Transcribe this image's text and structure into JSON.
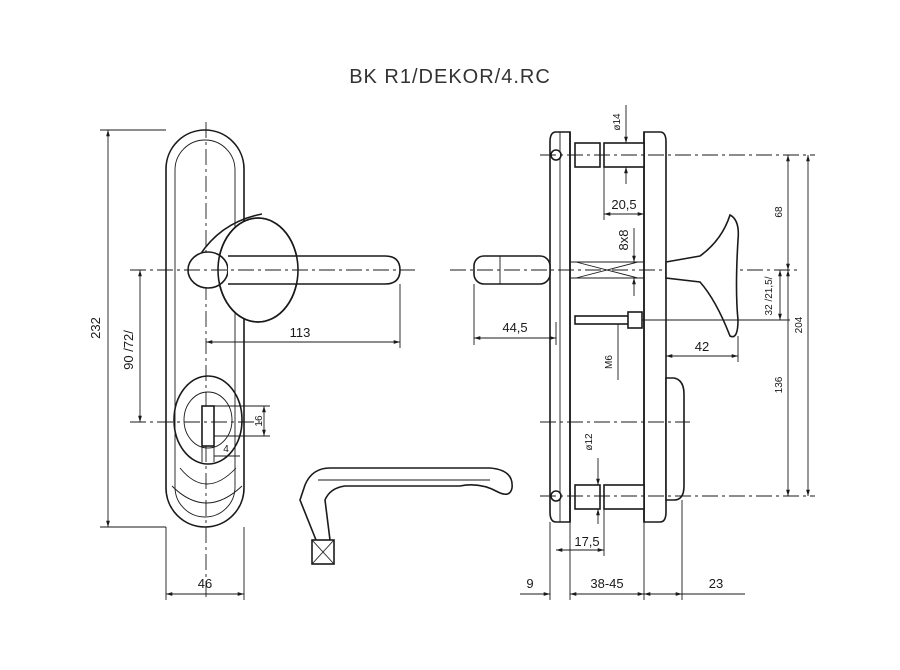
{
  "title": "BK  R1/DEKOR/4.RC",
  "dimensions": {
    "height_total": "232",
    "center_distance": "90 /72/",
    "handle_length": "113",
    "cyl_height": "16",
    "cyl_width": "4",
    "plate_width": "46",
    "rosette_dia": "ø14",
    "bolt_len": "20,5",
    "spindle": "8x8",
    "spindle_proj": "44,5",
    "screw": "M6",
    "knob_proj": "42",
    "offset": "32 /21,5/",
    "upper": "68",
    "total_side": "204",
    "lower": "136",
    "screw_dia": "ø12",
    "screw_len": "17,5",
    "left_gap": "9",
    "door_thick": "38-45",
    "right_gap": "23"
  }
}
